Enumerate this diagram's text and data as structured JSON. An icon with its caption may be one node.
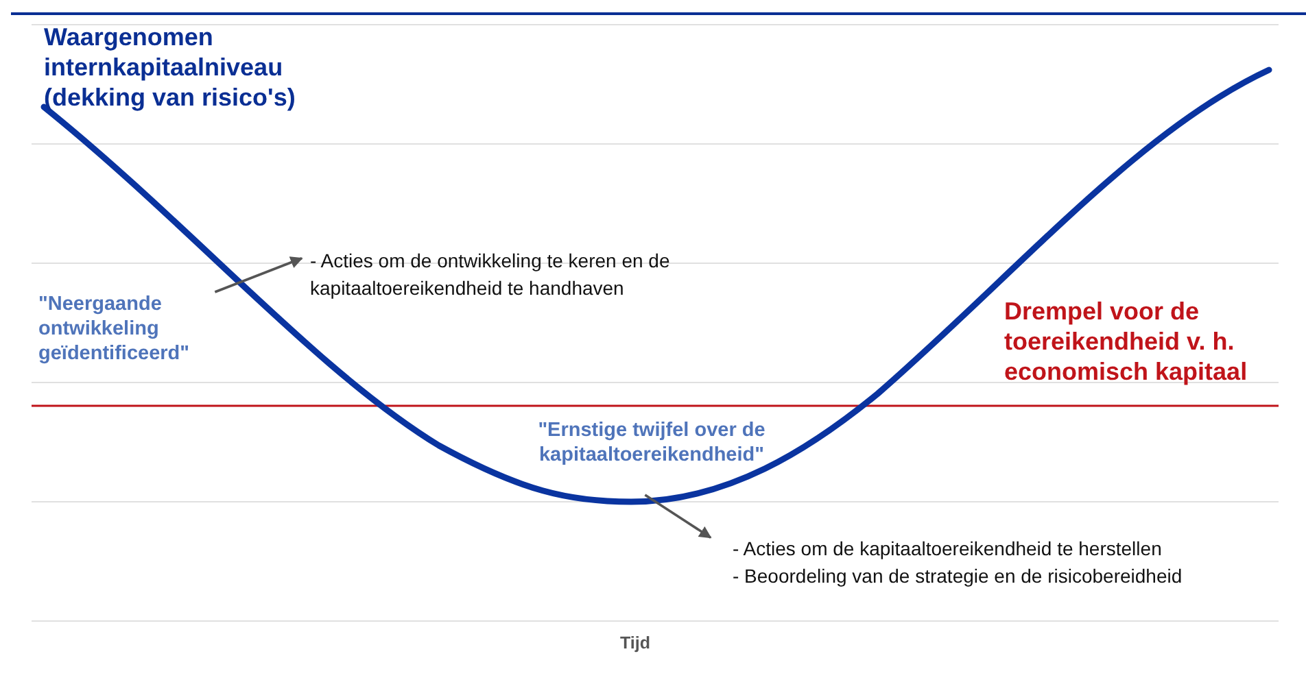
{
  "diagram": {
    "nodes": [
      {
        "text": [
          "Waargenomen internkapitaalniveau (dekking van risico's)"
        ]
      },
      {
        "text": [
          "\"Neergaande ontwikkeling geïdentificeerd\""
        ]
      },
      {
        "text": [
          "- Acties om de ontwikkeling te keren en de kapitaaltoereikendheid te handhaven"
        ]
      },
      {
        "text": [
          "Drempel voor de toereikendheid v. h. economisch kapitaal"
        ]
      },
      {
        "text": [
          "\"Ernstige twijfel over de kapitaaltoereikendheid\""
        ]
      },
      {
        "text": [
          "- Acties om de kapitaaltoereikendheid te herstellen",
          "- Beoordeling van de strategie en de risicobereidheid"
        ]
      }
    ],
    "edges": [
      {
        "from": 1,
        "to": 2,
        "arrow": "to"
      },
      {
        "from": 4,
        "to": 5,
        "arrow": "to"
      }
    ],
    "labels": [
      "Tijd"
    ]
  }
}
